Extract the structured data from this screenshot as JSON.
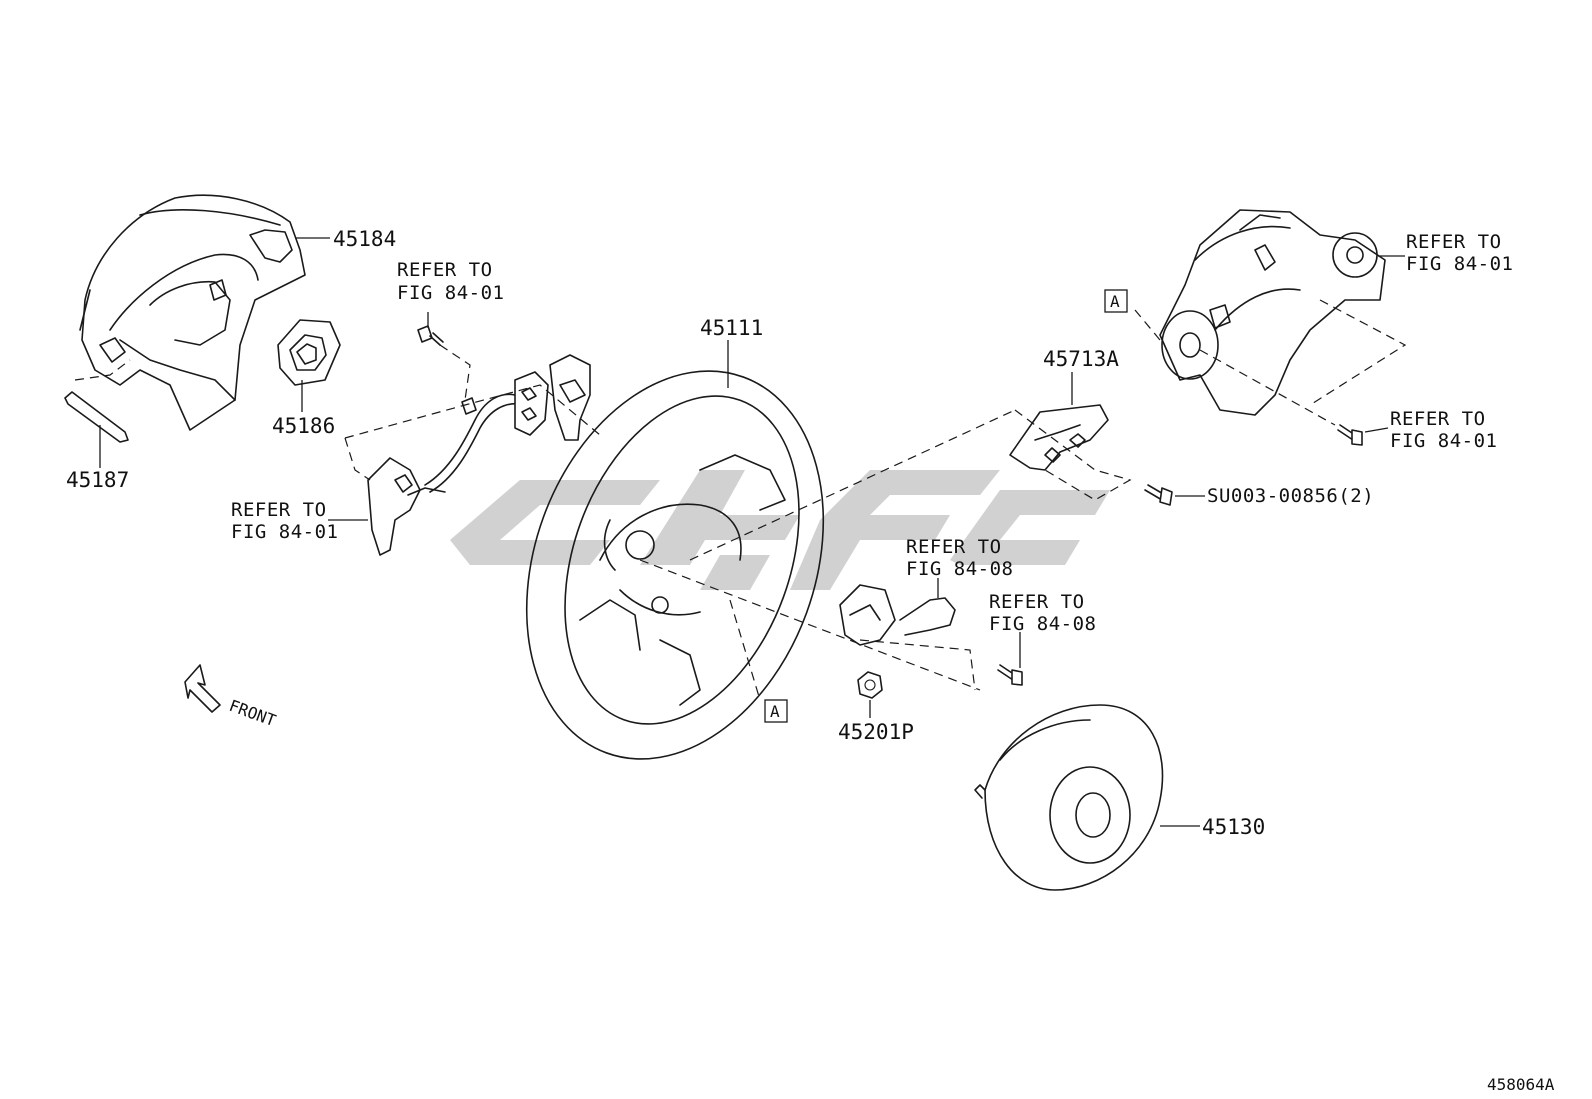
{
  "labels": {
    "p45184": "45184",
    "p45186": "45186",
    "p45187": "45187",
    "p45111": "45111",
    "p45713A": "45713A",
    "p45201P": "45201P",
    "p45130": "45130",
    "su003": "SU003-00856(2)",
    "refer_to": "REFER TO",
    "fig_84_01": "FIG 84-01",
    "fig_84_08": "FIG 84-08",
    "callout_a": "A",
    "front": "FRONT",
    "figure_number": "458064A"
  }
}
